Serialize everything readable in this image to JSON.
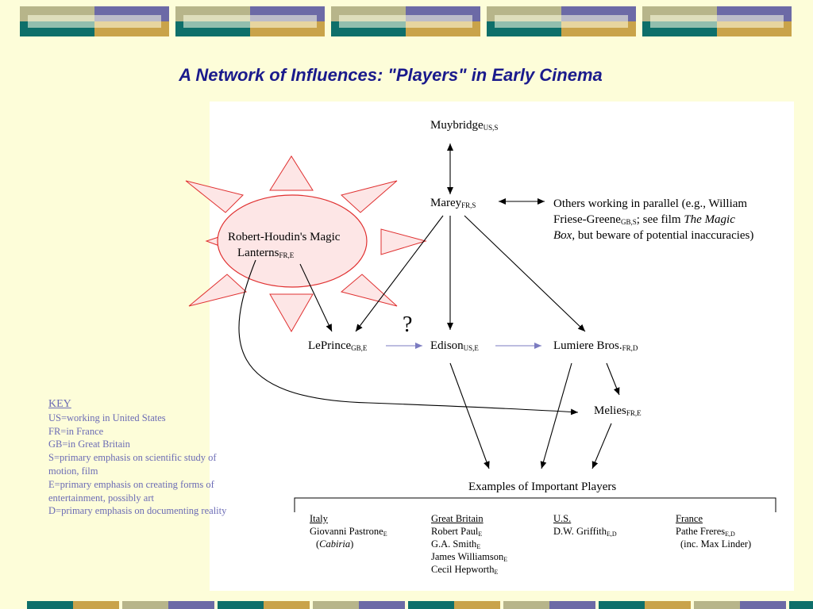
{
  "title": "A Network of Influences: \"Players\" in Early Cinema",
  "colors": {
    "background": "#fdfdd9",
    "title": "#1a1a8c",
    "key_text": "#6b6bb5",
    "sun_fill": "#fde6e6",
    "sun_stroke": "#e03030",
    "band_teal": "#0e6f6a",
    "band_gold": "#c9a34a",
    "band_purple": "#6c6aa6",
    "band_sage": "#b7b58a"
  },
  "nodes": {
    "muybridge": {
      "name": "Muybridge",
      "sub": "US,S"
    },
    "marey": {
      "name": "Marey",
      "sub": "FR,S"
    },
    "others": {
      "line1": "Others working in parallel (e.g., William",
      "line2_pre": "Friese-Greene",
      "line2_sub": "GB,S",
      "line2_mid": "; see film ",
      "film": "The Magic",
      "line3_film": "Box",
      "line3_rest": ", but beware of potential inaccuracies)"
    },
    "robert_houdin": {
      "line1": "Robert-Houdin's Magic",
      "line2": "Lanterns",
      "sub": "FR,E"
    },
    "leprince": {
      "name": "LePrince",
      "sub": "GB,E"
    },
    "edison": {
      "name": "Edison",
      "sub": "US,E"
    },
    "lumiere": {
      "name": "Lumiere Bros.",
      "sub": "FR,D"
    },
    "melies": {
      "name": "Melies",
      "sub": "FR,E"
    },
    "question": "?"
  },
  "examples": {
    "heading": "Examples of Important Players",
    "italy": {
      "heading": "Italy",
      "row1_name": "Giovanni Pastrone",
      "row1_sub": "E",
      "row2_open": "(",
      "row2_film": "Cabiria",
      "row2_close": ")"
    },
    "great_britain": {
      "heading": "Great Britain",
      "items": [
        {
          "name": "Robert Paul",
          "sub": "E"
        },
        {
          "name": "G.A. Smith",
          "sub": "E"
        },
        {
          "name": "James Williamson",
          "sub": "E"
        },
        {
          "name": "Cecil Hepworth",
          "sub": "E"
        }
      ]
    },
    "us": {
      "heading": "U.S.",
      "items": [
        {
          "name": "D.W. Griffith",
          "sub": "E,D"
        }
      ]
    },
    "france": {
      "heading": "France",
      "row1_name": "Pathe Freres",
      "row1_sub": "E,D",
      "row2": "(inc. Max Linder)"
    }
  },
  "key": {
    "title": "KEY",
    "items": [
      "US=working in United States",
      "FR=in France",
      "GB=in Great Britain",
      "S=primary emphasis on scientific study of motion, film",
      "E=primary emphasis on creating forms of entertainment, possibly art",
      "D=primary emphasis on documenting reality"
    ]
  }
}
